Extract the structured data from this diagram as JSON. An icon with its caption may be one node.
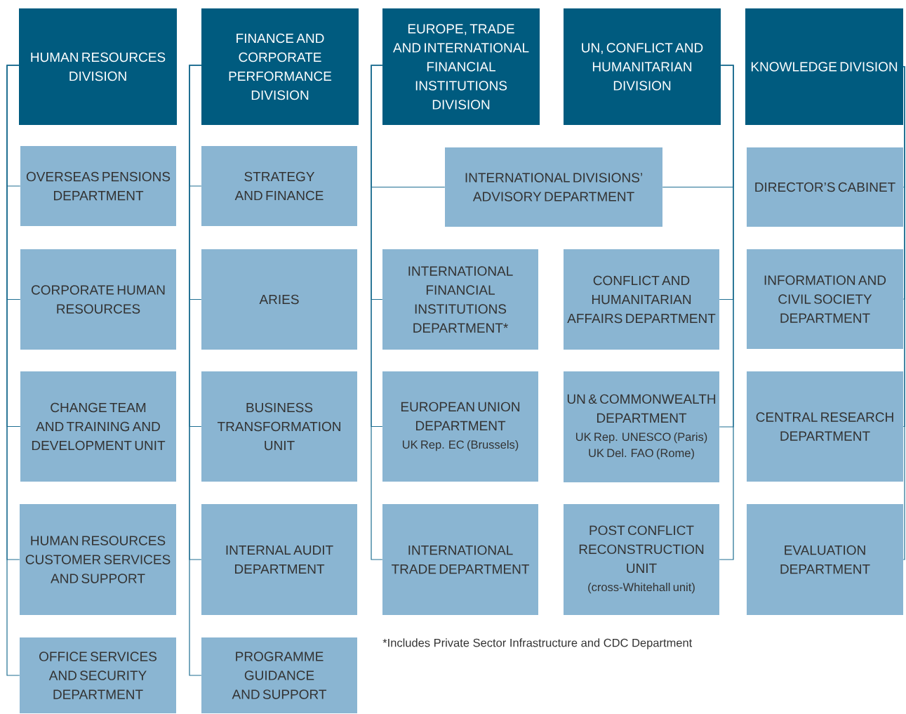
{
  "diagram": {
    "nodes": [
      {
        "text": [
          "HUMAN RESOURCES DIVISION"
        ]
      },
      {
        "text": [
          "FINANCE AND CORPORATE PERFORMANCE DIVISION"
        ]
      },
      {
        "text": [
          "EUROPE, TRADE AND INTERNATIONAL FINANCIAL INSTITUTIONS DIVISION"
        ]
      },
      {
        "text": [
          "UN, CONFLICT AND HUMANITARIAN DIVISION"
        ]
      },
      {
        "text": [
          "KNOWLEDGE DIVISION"
        ]
      },
      {
        "text": [
          "OVERSEAS PENSIONS DEPARTMENT"
        ]
      },
      {
        "text": [
          "STRATEGY AND FINANCE"
        ]
      },
      {
        "text": [
          "INTERNATIONAL DIVISIONS’ ADVISORY DEPARTMENT"
        ]
      },
      {
        "text": [
          "DIRECTOR’S CABINET"
        ]
      },
      {
        "text": [
          "CORPORATE HUMAN RESOURCES"
        ]
      },
      {
        "text": [
          "ARIES"
        ]
      },
      {
        "text": [
          "INTERNATIONAL FINANCIAL INSTITUTIONS DEPARTMENT*"
        ]
      },
      {
        "text": [
          "CONFLICT AND HUMANITARIAN AFFAIRS DEPARTMENT"
        ]
      },
      {
        "text": [
          "INFORMATION AND CIVIL SOCIETY DEPARTMENT"
        ]
      },
      {
        "text": [
          "CHANGE TEAM AND TRAINING AND DEVELOPMENT UNIT"
        ]
      },
      {
        "text": [
          "BUSINESS TRANSFORMATION UNIT"
        ]
      },
      {
        "text": [
          "EUROPEAN UNION DEPARTMENT",
          "UK Rep. EC (Brussels)"
        ]
      },
      {
        "text": [
          "UN & COMMONWEALTH DEPARTMENT",
          "UK Rep. UNESCO (Paris) UK Del. FAO (Rome)"
        ]
      },
      {
        "text": [
          "CENTRAL RESEARCH DEPARTMENT"
        ]
      },
      {
        "text": [
          "HUMAN RESOURCES CUSTOMER SERVICES AND SUPPORT"
        ]
      },
      {
        "text": [
          "INTERNAL AUDIT DEPARTMENT"
        ]
      },
      {
        "text": [
          "INTERNATIONAL TRADE DEPARTMENT"
        ]
      },
      {
        "text": [
          "POST CONFLICT RECONSTRUCTION UNIT",
          "(cross-Whitehall unit)"
        ]
      },
      {
        "text": [
          "EVALUATION DEPARTMENT"
        ]
      },
      {
        "text": [
          "OFFICE SERVICES AND SECURITY DEPARTMENT"
        ]
      },
      {
        "text": [
          "PROGRAMME GUIDANCE AND SUPPORT"
        ]
      }
    ],
    "edges": [
      {
        "from": 0,
        "to": 5,
        "arrow": "none"
      },
      {
        "from": 0,
        "to": 9,
        "arrow": "none"
      },
      {
        "from": 0,
        "to": 14,
        "arrow": "none"
      },
      {
        "from": 0,
        "to": 19,
        "arrow": "none"
      },
      {
        "from": 0,
        "to": 24,
        "arrow": "none"
      },
      {
        "from": 1,
        "to": 6,
        "arrow": "none"
      },
      {
        "from": 1,
        "to": 10,
        "arrow": "none"
      },
      {
        "from": 1,
        "to": 15,
        "arrow": "none"
      },
      {
        "from": 1,
        "to": 20,
        "arrow": "none"
      },
      {
        "from": 1,
        "to": 25,
        "arrow": "none"
      },
      {
        "from": 2,
        "to": 7,
        "arrow": "none"
      },
      {
        "from": 2,
        "to": 11,
        "arrow": "none"
      },
      {
        "from": 2,
        "to": 16,
        "arrow": "none"
      },
      {
        "from": 2,
        "to": 21,
        "arrow": "none"
      },
      {
        "from": 3,
        "to": 7,
        "arrow": "none"
      },
      {
        "from": 3,
        "to": 12,
        "arrow": "none"
      },
      {
        "from": 3,
        "to": 17,
        "arrow": "none"
      },
      {
        "from": 3,
        "to": 22,
        "arrow": "none"
      },
      {
        "from": 4,
        "to": 8,
        "arrow": "none"
      },
      {
        "from": 4,
        "to": 13,
        "arrow": "none"
      },
      {
        "from": 4,
        "to": 18,
        "arrow": "none"
      },
      {
        "from": 4,
        "to": 23,
        "arrow": "none"
      }
    ],
    "labels": [
      "*Includes Private Sector Infrastructure and CDC Department"
    ]
  }
}
